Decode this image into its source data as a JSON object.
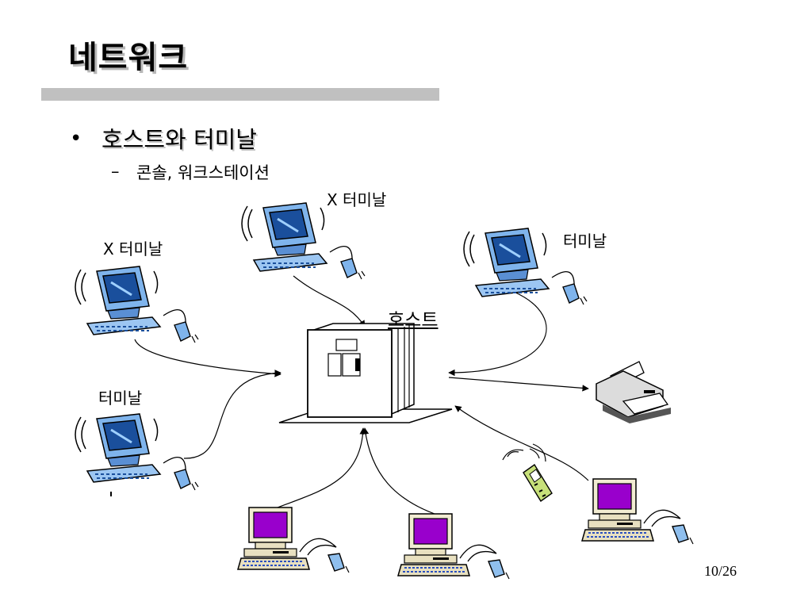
{
  "title": "네트워크",
  "bullet": {
    "marker": "•",
    "text": "호스트와 터미날",
    "sub_marker": "–",
    "sub_text": "콘솔, 워크스테이션"
  },
  "labels": {
    "x_terminal_top": "X 터미날",
    "x_terminal_left": "X 터미날",
    "terminal_right": "터미날",
    "terminal_left": "터미날",
    "host": "호스트"
  },
  "page_number": "10/26",
  "colors": {
    "title_bar": "#c0c0c0",
    "terminal_blue": "#7fb4ec",
    "terminal_dark_blue": "#1a4f9c",
    "pc_screen": "#9900cc",
    "pc_body": "#f2ecd2"
  },
  "icons": [
    "x-terminal-icon",
    "terminal-icon",
    "host-server-icon",
    "printer-icon",
    "phone-icon",
    "pc-icon",
    "mouse-icon"
  ]
}
